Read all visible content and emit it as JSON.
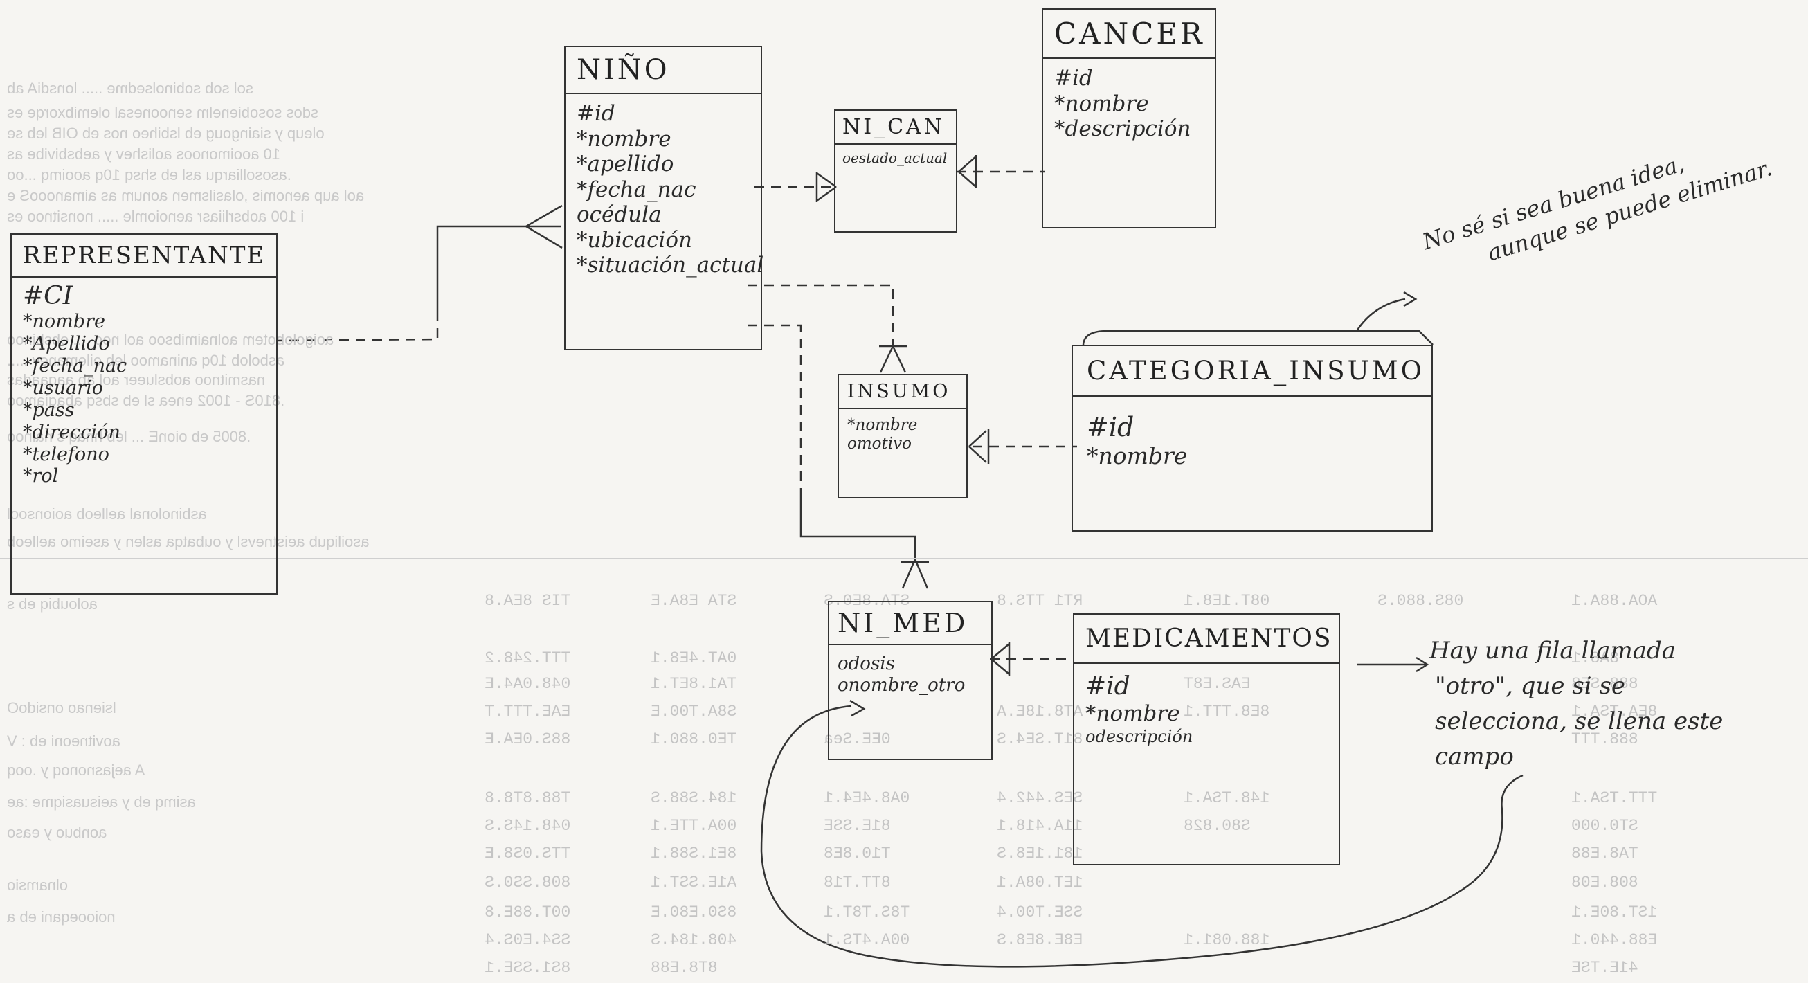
{
  "entities": {
    "nino": {
      "name": "NIÑO",
      "attrs": [
        "#id",
        "*nombre",
        "*apellido",
        "*fecha_nac",
        "océdula",
        "*ubicación",
        "*situación_actual"
      ]
    },
    "cancer": {
      "name": "CANCER",
      "attrs": [
        "#id",
        "*nombre",
        "*descripción"
      ]
    },
    "ni_can": {
      "name": "NI_CAN",
      "attrs": [
        "oestado_actual"
      ]
    },
    "representante": {
      "name": "REPRESENTANTE",
      "attrs": [
        "#CI",
        "*nombre",
        "*Apellido",
        "*fecha_nac",
        "*usuario",
        "*pass",
        "*dirección",
        "*telefono",
        "*rol"
      ]
    },
    "insumo": {
      "name": "INSUMO",
      "attrs": [
        "*nombre",
        "omotivo"
      ]
    },
    "categoria_insumo": {
      "name": "CATEGORIA_INSUMO",
      "attrs": [
        "#id",
        "*nombre"
      ]
    },
    "ni_med": {
      "name": "NI_MED",
      "attrs": [
        "odosis",
        "onombre_otro"
      ]
    },
    "medicamentos": {
      "name": "MEDICAMENTOS",
      "attrs": [
        "#id",
        "*nombre",
        "odescripción"
      ]
    }
  },
  "notes": {
    "categoria_note": [
      "No sé si sea buena idea,",
      "aunque se puede eliminar."
    ],
    "medicamentos_note": [
      "Hay una fila llamada",
      "\"otro\", que si se",
      "selecciona, se llena este",
      "campo"
    ]
  },
  "colors": {
    "ink": "#2b2b2b",
    "paper": "#f6f5f2",
    "bleed": "#c9c9c9"
  }
}
